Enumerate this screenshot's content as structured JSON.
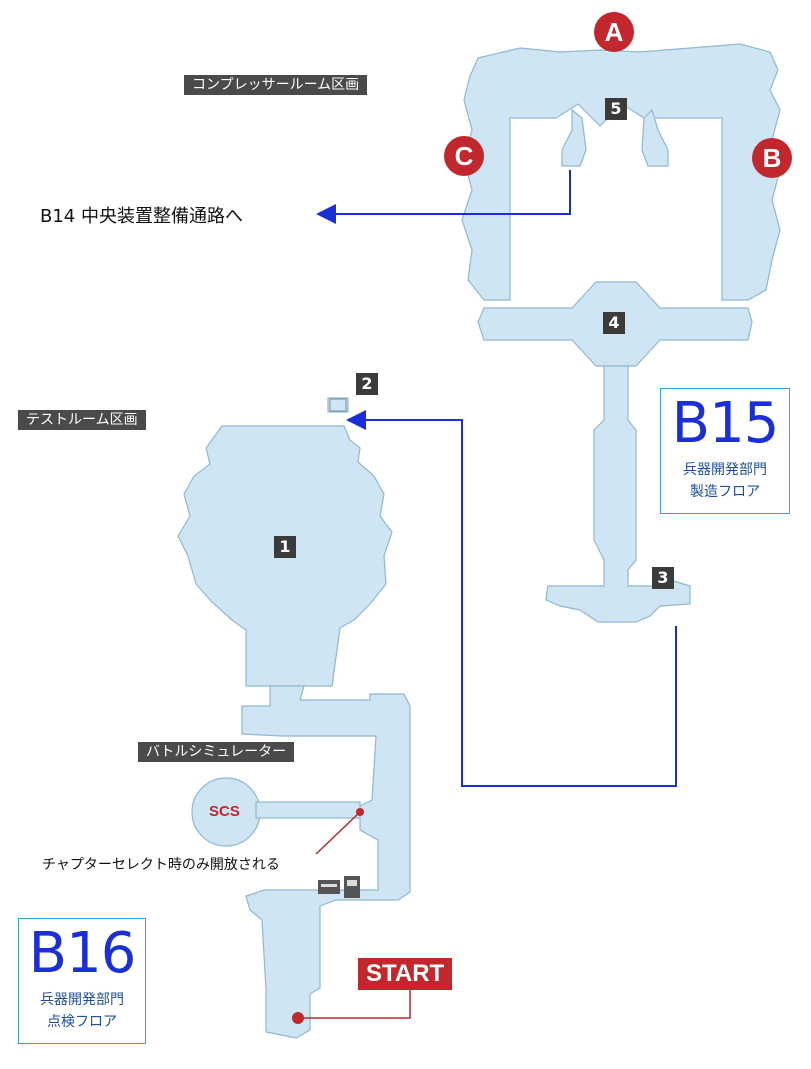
{
  "sections": {
    "compressor_room": "コンプレッサールーム区画",
    "test_room": "テストルーム区画",
    "battle_simulator": "バトルシミュレーター"
  },
  "floors": {
    "b15": {
      "code": "B15",
      "name_line1": "兵器開発部門",
      "name_line2": "製造フロア"
    },
    "b16": {
      "code": "B16",
      "name_line1": "兵器開発部門",
      "name_line2": "点検フロア"
    }
  },
  "points": [
    "1",
    "2",
    "3",
    "4",
    "5"
  ],
  "pins": [
    "A",
    "B",
    "C"
  ],
  "routes": {
    "to_b14": "B14 中央装置整備通路へ"
  },
  "labels": {
    "scs": "SCS",
    "chapter_note": "チャプターセレクト時のみ開放される",
    "start": "START"
  },
  "colors": {
    "room_fill": "#cfe5f3",
    "room_stroke": "#8fb8d2",
    "route_line": "#1a2fd6",
    "marker_red": "#c1272d",
    "label_bg": "#4a4a4a",
    "floor_border": "#3aa3d6"
  },
  "icons": [
    "arrow-icon",
    "door-icon",
    "terminal-icon",
    "marker-dot-icon"
  ]
}
